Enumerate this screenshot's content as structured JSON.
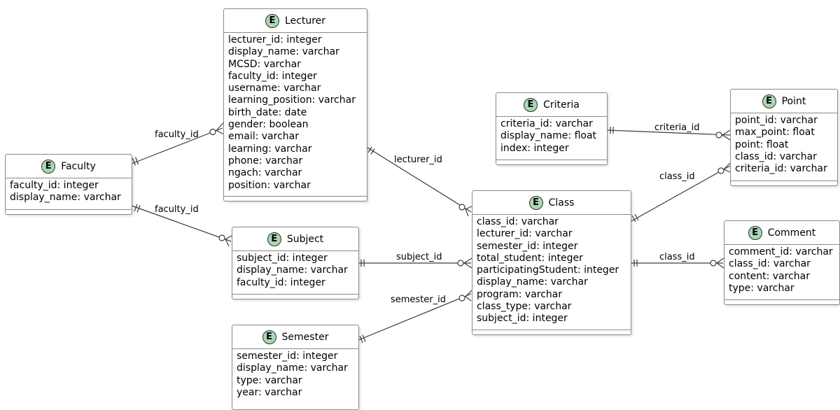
{
  "entities": {
    "lecturer": {
      "badge": "E",
      "title": "Lecturer",
      "fields": [
        "lecturer_id: integer",
        "display_name: varchar",
        "MCSD: varchar",
        "faculty_id: integer",
        "username: varchar",
        "learning_position: varchar",
        "birth_date: date",
        "gender: boolean",
        "email: varchar",
        "learning: varchar",
        "phone: varchar",
        "ngach: varchar",
        "position: varchar"
      ]
    },
    "faculty": {
      "badge": "E",
      "title": "Faculty",
      "fields": [
        "faculty_id: integer",
        "display_name: varchar"
      ]
    },
    "subject": {
      "badge": "E",
      "title": "Subject",
      "fields": [
        "subject_id: integer",
        "display_name: varchar",
        "faculty_id: integer"
      ]
    },
    "semester": {
      "badge": "E",
      "title": "Semester",
      "fields": [
        "semester_id: integer",
        "display_name: varchar",
        "type: varchar",
        "year: varchar"
      ]
    },
    "class": {
      "badge": "E",
      "title": "Class",
      "fields": [
        "class_id: varchar",
        "lecturer_id: varchar",
        "semester_id: integer",
        "total_student: integer",
        "participatingStudent: integer",
        "display_name: varchar",
        "program: varchar",
        "class_type: varchar",
        "subject_id: integer"
      ]
    },
    "criteria": {
      "badge": "E",
      "title": "Criteria",
      "fields": [
        "criteria_id: varchar",
        "display_name: float",
        "index: integer"
      ]
    },
    "point": {
      "badge": "E",
      "title": "Point",
      "fields": [
        "point_id: varchar",
        "max_point: float",
        "point: float",
        "class_id: varchar",
        "criteria_id: varchar"
      ]
    },
    "comment": {
      "badge": "E",
      "title": "Comment",
      "fields": [
        "comment_id: varchar",
        "class_id: varchar",
        "content: varchar",
        "type: varchar"
      ]
    }
  },
  "relations": [
    {
      "from": "faculty",
      "to": "lecturer",
      "label": "faculty_id",
      "from_card": "exactly-one",
      "to_card": "zero-or-many"
    },
    {
      "from": "faculty",
      "to": "subject",
      "label": "faculty_id",
      "from_card": "exactly-one",
      "to_card": "zero-or-many"
    },
    {
      "from": "lecturer",
      "to": "class",
      "label": "lecturer_id",
      "from_card": "exactly-one",
      "to_card": "zero-or-many"
    },
    {
      "from": "subject",
      "to": "class",
      "label": "subject_id",
      "from_card": "exactly-one",
      "to_card": "zero-or-many"
    },
    {
      "from": "semester",
      "to": "class",
      "label": "semester_id",
      "from_card": "exactly-one",
      "to_card": "zero-or-many"
    },
    {
      "from": "criteria",
      "to": "point",
      "label": "criteria_id",
      "from_card": "exactly-one",
      "to_card": "zero-or-many"
    },
    {
      "from": "class",
      "to": "point",
      "label": "class_id",
      "from_card": "exactly-one",
      "to_card": "zero-or-many"
    },
    {
      "from": "class",
      "to": "comment",
      "label": "class_id",
      "from_card": "exactly-one",
      "to_card": "zero-or-many"
    }
  ]
}
